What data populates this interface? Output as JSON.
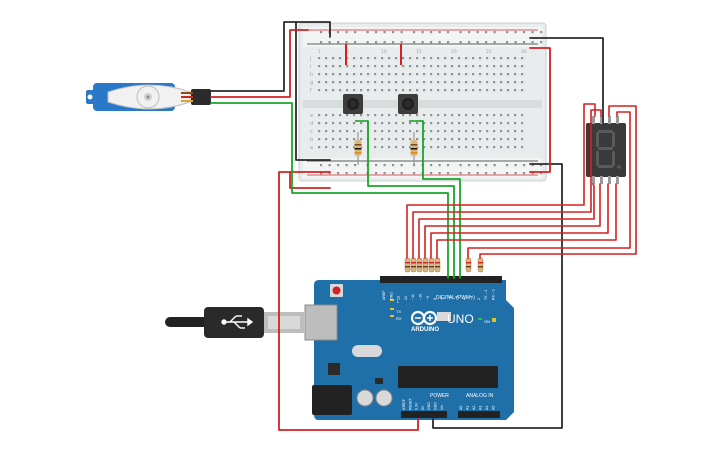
{
  "arduino": {
    "brand": "ARDUINO",
    "model": "UNO",
    "header_digital": "DIGITAL (PWM~)",
    "header_power": "POWER",
    "header_analog": "ANALOG IN",
    "label_tx": "TX",
    "label_rx": "RX",
    "label_l": "L",
    "label_on": "ON",
    "digital_pins": [
      "AREF",
      "GND",
      "13",
      "12",
      "~11",
      "~10",
      "~9",
      "8",
      "7",
      "~6",
      "~5",
      "4",
      "~3",
      "2",
      "TX→1",
      "RX←0"
    ],
    "power_pins": [
      "IOREF",
      "RESET",
      "3.3V",
      "5V",
      "GND",
      "GND",
      "Vin"
    ],
    "analog_pins": [
      "A0",
      "A1",
      "A2",
      "A3",
      "A4",
      "A5"
    ]
  },
  "breadboard": {
    "row_letters_top": [
      "j",
      "i",
      "h",
      "g",
      "f"
    ],
    "row_letters_bottom": [
      "e",
      "d",
      "c",
      "b",
      "a"
    ],
    "column_numbers": [
      "1",
      "5",
      "10",
      "15",
      "20",
      "25",
      "30"
    ]
  },
  "colors": {
    "wire_red": "#d42121",
    "wire_green": "#1aa52a",
    "wire_black": "#2b2b2b",
    "arduino_blue": "#1f6fa8",
    "servo_blue": "#2a78c8",
    "display_body": "#3a3a3a",
    "segment_off": "#5a5a5a"
  }
}
